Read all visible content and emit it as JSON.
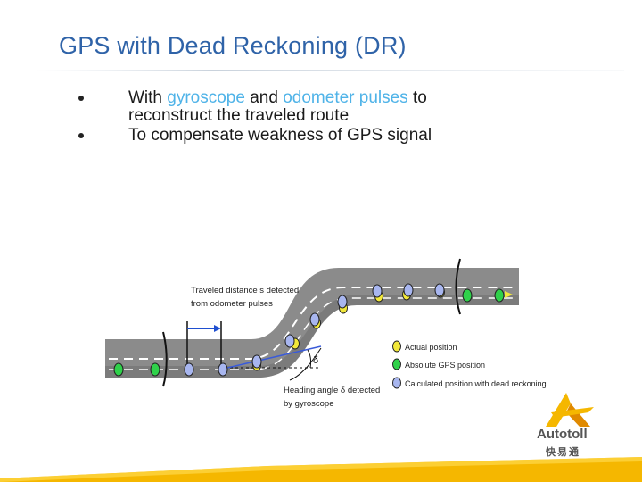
{
  "slide": {
    "title": "GPS with Dead Reckoning (DR)",
    "bullets": [
      {
        "parts": [
          "With ",
          "gyroscope",
          " and ",
          "odometer pulses",
          " to"
        ],
        "line2": "reconstruct the traveled route"
      },
      {
        "text": "To compensate weakness of GPS signal"
      }
    ]
  },
  "diagram": {
    "label_distance_1": "Traveled distance s detected",
    "label_distance_2": "from odometer pulses",
    "label_heading_1": "Heading angle δ detected",
    "label_heading_2": "by gyroscope",
    "angle_symbol": "δ",
    "legend": [
      {
        "label": "Actual position",
        "color": "#f2e83a"
      },
      {
        "label": "Absolute GPS position",
        "color": "#2fd14a"
      },
      {
        "label": "Calculated position with dead reckoning",
        "color": "#a8b6ef"
      }
    ]
  },
  "logo": {
    "name": "Autotoll",
    "cn": "快易通"
  },
  "colors": {
    "title": "#2f63a8",
    "highlight": "#4fb3e8",
    "road": "#8a8a8a",
    "accent": "#f5b700"
  }
}
